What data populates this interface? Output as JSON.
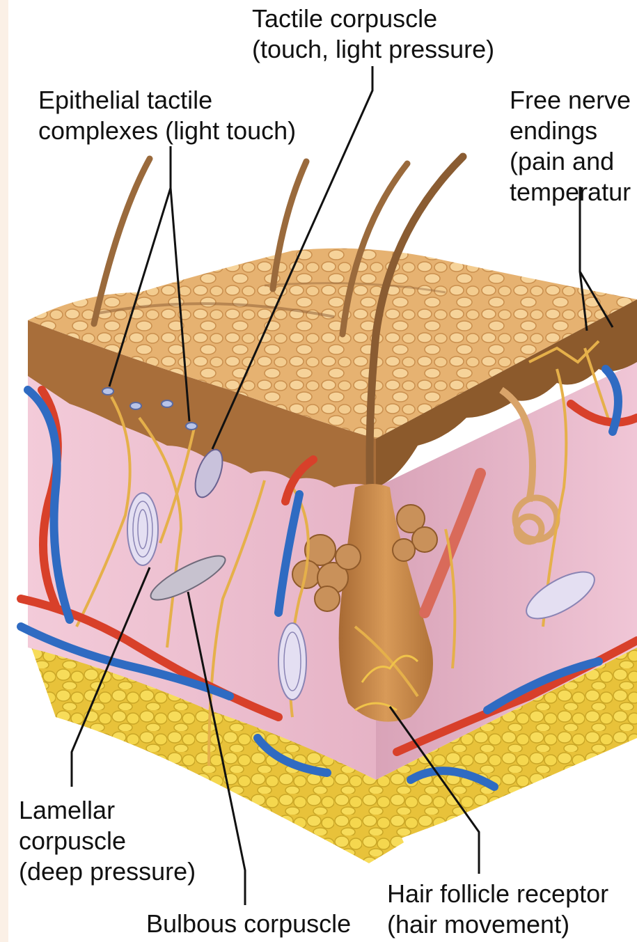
{
  "colors": {
    "background": "#ffffff",
    "skin_top": "#e9b778",
    "skin_top_cells": "#f4cf95",
    "epidermis_edge": "#9a6535",
    "dermis": "#f1ccd9",
    "dermis_shadow": "#e3b0c2",
    "fat": "#f4d44a",
    "fat_outline": "#c9a626",
    "artery": "#d8402a",
    "vein": "#2f6bc2",
    "nerve": "#e5b04a",
    "hair": "#9a6a3c",
    "follicle": "#c98c4a",
    "corpuscle": "#d9d4ea",
    "leader_line": "#111111"
  },
  "labels": {
    "tactile_corpuscle": [
      "Tactile corpuscle",
      "(touch, light pressure)"
    ],
    "epithelial_tactile": [
      "Epithelial tactile",
      "complexes (light touch)"
    ],
    "free_nerve_endings": [
      "Free nerve",
      "endings",
      "(pain and",
      "temperatur"
    ],
    "lamellar_corpuscle": [
      "Lamellar",
      "corpuscle",
      "(deep pressure)"
    ],
    "bulbous_corpuscle": [
      "Bulbous corpuscle"
    ],
    "hair_follicle_receptor": [
      "Hair follicle receptor",
      "(hair movement)"
    ]
  }
}
